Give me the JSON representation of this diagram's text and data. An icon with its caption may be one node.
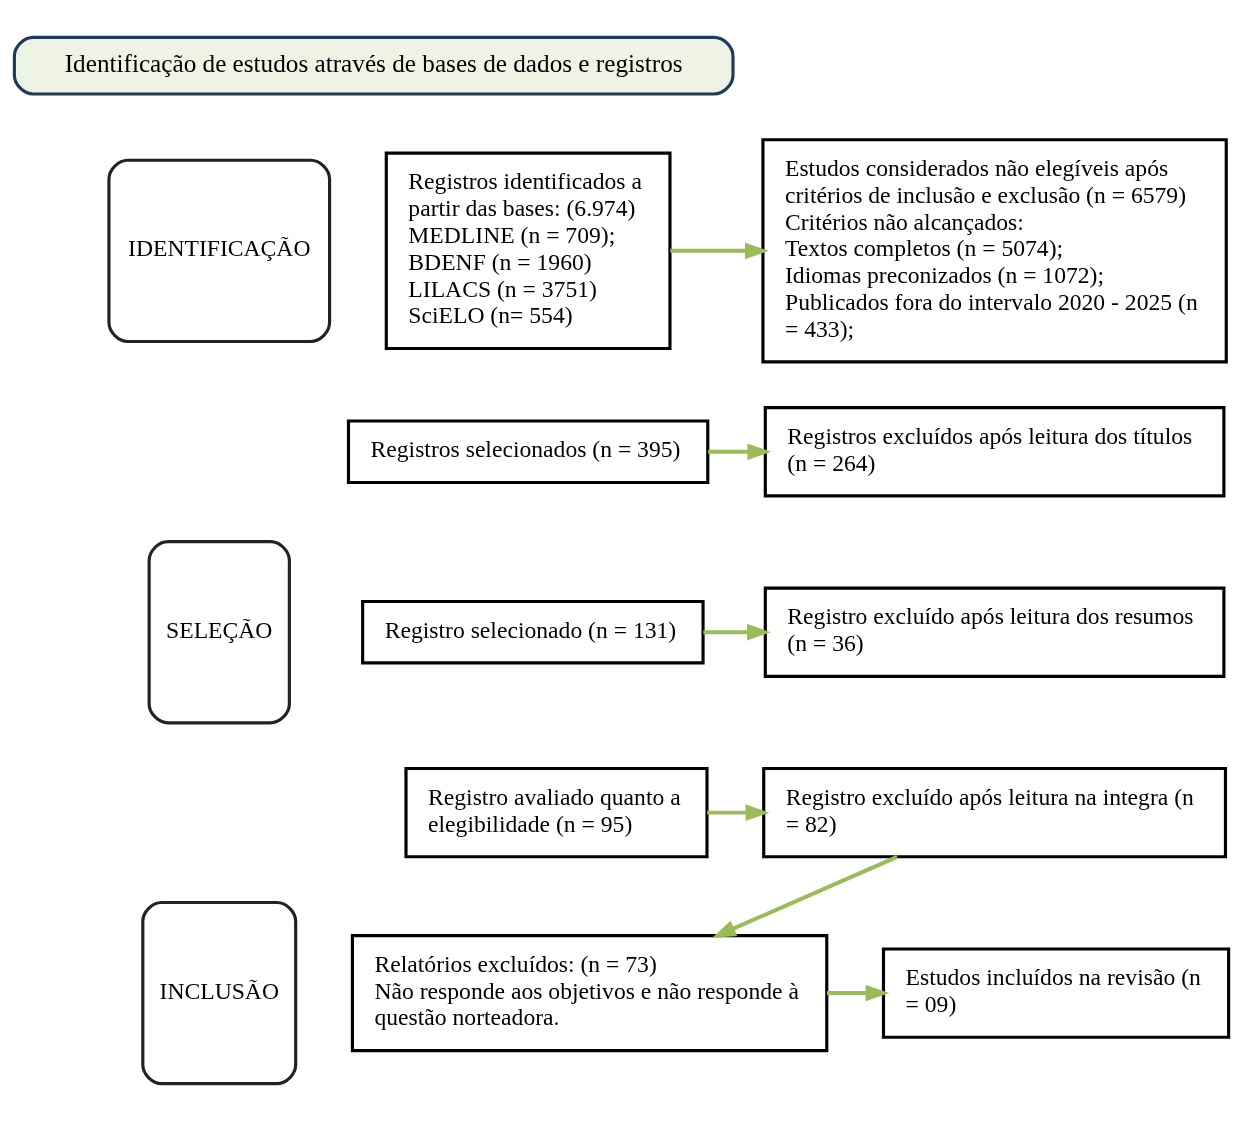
{
  "diagram": {
    "nodes": [
      {
        "text": [
          "Identificação de estudos através de bases de dados e registros"
        ]
      },
      {
        "text": [
          "IDENTIFICAÇÃO"
        ]
      },
      {
        "text": [
          "SELEÇÃO"
        ]
      },
      {
        "text": [
          "INCLUSÃO"
        ]
      },
      {
        "text": [
          "Registros identificados a partir das bases: (6.974)",
          "MEDLINE (n = 709);",
          "BDENF (n = 1960)",
          "LILACS (n = 3751)",
          "SciELO (n= 554)"
        ]
      },
      {
        "text": [
          "Estudos considerados não elegíveis após critérios de inclusão e exclusão (n = 6579)",
          "Critérios não alcançados:",
          "Textos completos (n = 5074);",
          "Idiomas preconizados (n = 1072);",
          "Publicados fora do intervalo 2020 - 2025 (n = 433);"
        ]
      },
      {
        "text": [
          "Registros selecionados (n = 395)"
        ]
      },
      {
        "text": [
          "Registros excluídos após leitura dos títulos (n = 264)"
        ]
      },
      {
        "text": [
          "Registro selecionado (n = 131)"
        ]
      },
      {
        "text": [
          "Registro excluído após leitura dos resumos (n = 36)"
        ]
      },
      {
        "text": [
          "Registro avaliado quanto a elegibilidade (n = 95)"
        ]
      },
      {
        "text": [
          "Registro excluído após leitura na integra (n = 82)"
        ]
      },
      {
        "text": [
          "Relatórios excluídos: (n = 73)",
          "Não responde aos objetivos e não responde à questão norteadora."
        ]
      },
      {
        "text": [
          "Estudos incluídos na revisão (n = 09)"
        ]
      }
    ],
    "edges": [
      {
        "from": 4,
        "to": 5,
        "arrow": "to"
      },
      {
        "from": 6,
        "to": 7,
        "arrow": "to"
      },
      {
        "from": 8,
        "to": 9,
        "arrow": "to"
      },
      {
        "from": 10,
        "to": 11,
        "arrow": "to"
      },
      {
        "from": 11,
        "to": 12,
        "arrow": "to"
      },
      {
        "from": 12,
        "to": 13,
        "arrow": "to"
      }
    ]
  }
}
